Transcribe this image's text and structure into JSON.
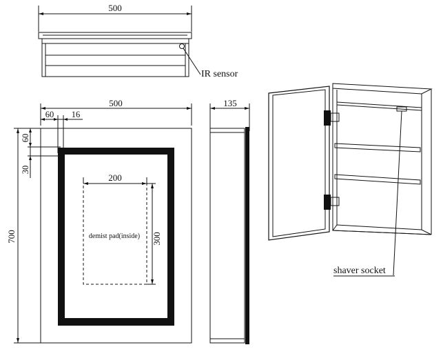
{
  "top_view": {
    "width_label": "500",
    "sensor_label": "IR sensor"
  },
  "front_view": {
    "width_label": "500",
    "offset_a_label": "60",
    "offset_b_label": "16",
    "offset_top_label": "60",
    "offset_frame_label": "30",
    "height_label": "700",
    "pad_width_label": "200",
    "pad_height_label": "300",
    "pad_text": "demist pad(inside)"
  },
  "side_view": {
    "depth_label": "135"
  },
  "iso_view": {
    "socket_label": "shaver socket"
  },
  "colors": {
    "ink": "#111111",
    "background": "#ffffff"
  }
}
